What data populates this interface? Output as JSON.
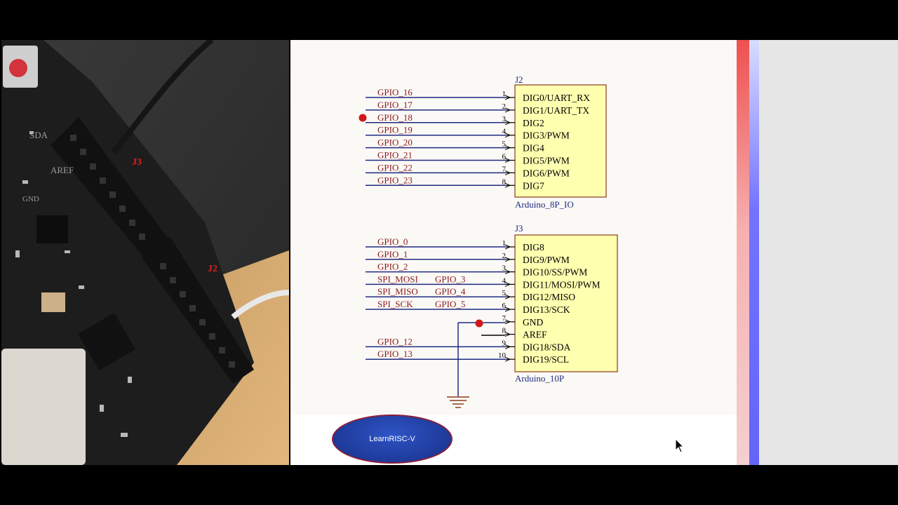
{
  "photo": {
    "header_labels": [
      "J3",
      "J2"
    ],
    "board_texts": [
      "SDA",
      "AREF",
      "GND"
    ]
  },
  "schematic": {
    "j2": {
      "ref": "J2",
      "name": "Arduino_8P_IO",
      "nets": [
        "GPIO_16",
        "GPIO_17",
        "GPIO_18",
        "GPIO_19",
        "GPIO_20",
        "GPIO_21",
        "GPIO_22",
        "GPIO_23"
      ],
      "pin_numbers": [
        "1",
        "2",
        "3",
        "4",
        "5",
        "6",
        "7",
        "8"
      ],
      "pins": [
        "DIG0/UART_RX",
        "DIG1/UART_TX",
        "DIG2",
        "DIG3/PWM",
        "DIG4",
        "DIG5/PWM",
        "DIG6/PWM",
        "DIG7"
      ]
    },
    "j3": {
      "ref": "J3",
      "name": "Arduino_10P",
      "nets": [
        "GPIO_0",
        "GPIO_1",
        "GPIO_2",
        "SPI_MOSI",
        "SPI_MISO",
        "SPI_SCK",
        "",
        "",
        "GPIO_12",
        "GPIO_13"
      ],
      "nets_secondary": [
        "",
        "",
        "",
        "GPIO_3",
        "GPIO_4",
        "GPIO_5",
        "",
        "",
        "",
        ""
      ],
      "pin_numbers": [
        "1",
        "2",
        "3",
        "4",
        "5",
        "6",
        "7",
        "8",
        "9",
        "10"
      ],
      "pins": [
        "DIG8",
        "DIG9/PWM",
        "DIG10/SS/PWM",
        "DIG11/MOSI/PWM",
        "DIG12/MISO",
        "DIG13/SCK",
        "GND",
        "AREF",
        "DIG18/SDA",
        "DIG19/SCL"
      ]
    },
    "colors": {
      "net": "#8b1a1a",
      "wire": "#1f2a80",
      "box": "#ffffb0",
      "pin_text": "#000000",
      "dot": "#d01818"
    }
  },
  "logo": {
    "label": "LearnRISC-V"
  }
}
